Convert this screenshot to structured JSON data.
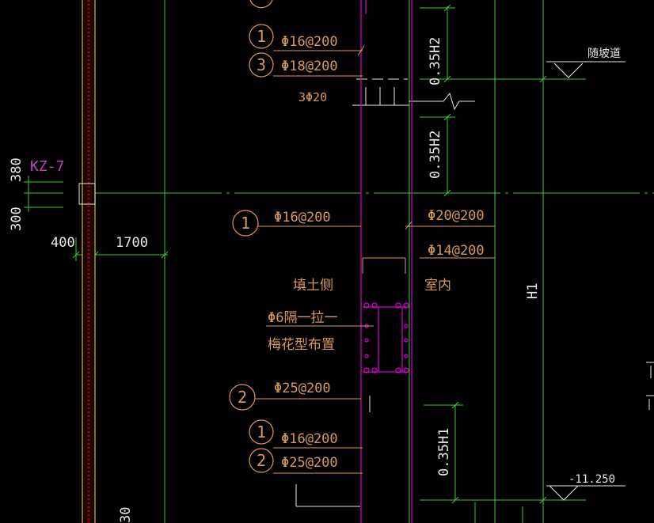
{
  "drawing": {
    "column_label": "KZ-7",
    "dims": {
      "d380": "380",
      "d300": "300",
      "d400": "400",
      "d1700": "1700",
      "h1_vertical": "H1",
      "upper_035h2": "0.35H2",
      "middle_035h2": "0.35H2",
      "lower_035h1": "0.35H1",
      "bottom_left_partial": "30"
    },
    "callouts": {
      "top_1_num": "1",
      "top_1_text": "Φ16@200",
      "top_3_num": "3",
      "top_3_text": "Φ18@200",
      "mid_3phi20": "3Φ20",
      "mid_1_num": "1",
      "mid_1_text": "Φ16@200",
      "right_phi20": "Φ20@200",
      "right_phi14": "Φ14@200",
      "bot_2_num": "2",
      "bot_2_text": "Φ25@200",
      "bot_1_num": "1",
      "bot_1_text": "Φ16@200",
      "bot_2b_num": "2",
      "bot_2b_text": "Φ25@200"
    },
    "notes": {
      "fill_side": "填土侧",
      "tie_line1": "Φ6隔一拉一",
      "tie_line2": "梅花型布置",
      "indoor": "室内",
      "ramp": "随坡道",
      "elevation": "-11.250"
    },
    "colors": {
      "green": "#3cc83c",
      "magenta": "#d200d2",
      "orange": "#d89a5a",
      "white": "#e8e8e8",
      "yellow": "#c8c800",
      "red": "#b40000",
      "label_magenta": "#c040c0"
    }
  }
}
